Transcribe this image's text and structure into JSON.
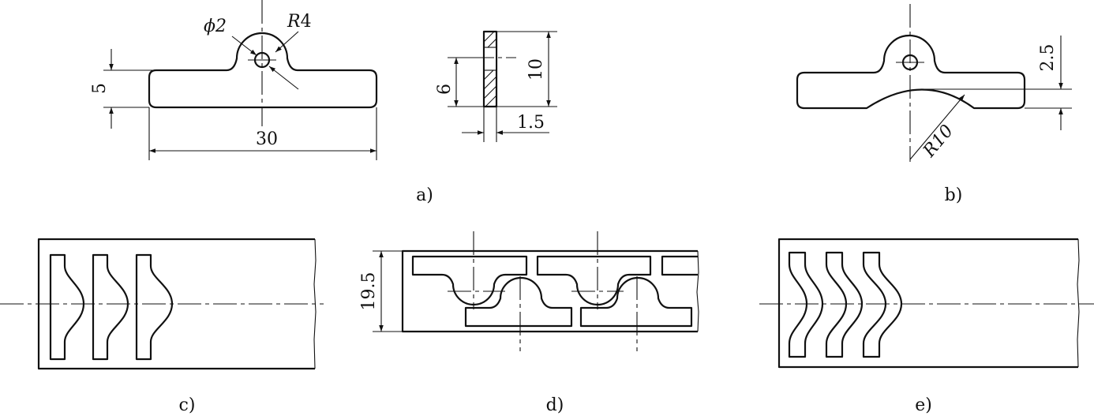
{
  "figures": {
    "a": {
      "caption": "a)",
      "dims": {
        "hole": "ϕ2",
        "radius_r": "R",
        "radius_v": "4",
        "height": "5",
        "length": "30"
      }
    },
    "section": {
      "dims": {
        "height": "10",
        "slot": "6",
        "thickness": "1.5"
      }
    },
    "b": {
      "caption": "b)",
      "dims": {
        "offset": "2.5",
        "radius": "R10"
      }
    },
    "c": {
      "caption": "c)"
    },
    "d": {
      "caption": "d)",
      "dims": {
        "strip_width": "19.5"
      }
    },
    "e": {
      "caption": "e)"
    }
  }
}
